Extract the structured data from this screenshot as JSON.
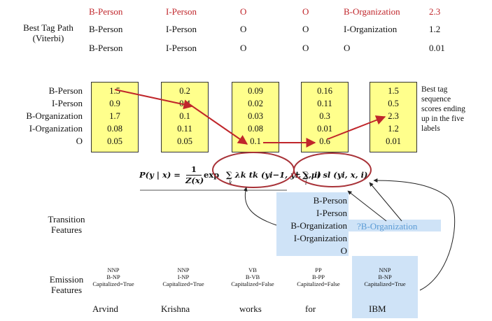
{
  "best_path": {
    "label_line1": "Best Tag Path",
    "label_line2": "(Viterbi)",
    "rows": [
      [
        "B-Person",
        "I-Person",
        "O",
        "O",
        "B-Organization",
        "2.3"
      ],
      [
        "B-Person",
        "I-Person",
        "O",
        "O",
        "I-Organization",
        "1.2"
      ],
      [
        "B-Person",
        "I-Person",
        "O",
        "O",
        "O",
        "0.01"
      ]
    ]
  },
  "lattice": {
    "row_labels": [
      "B-Person",
      "I-Person",
      "B-Organization",
      "I-Organization",
      "O"
    ],
    "columns": [
      [
        "1.5",
        "0.9",
        "1.7",
        "0.08",
        "0.05"
      ],
      [
        "0.2",
        "0.4",
        "0.1",
        "0.11",
        "0.05"
      ],
      [
        "0.09",
        "0.02",
        "0.03",
        "0.08",
        "0.1"
      ],
      [
        "0.16",
        "0.11",
        "0.3",
        "0.01",
        "0.6"
      ],
      [
        "1.5",
        "0.5",
        "2.3",
        "1.2",
        "0.01"
      ]
    ],
    "side_note": [
      "Best tag",
      "sequence",
      "scores ending",
      "up in the five",
      "labels"
    ]
  },
  "formula": {
    "lhs": "P(y | x) =",
    "frac_num": "1",
    "frac_den": "Z(x)",
    "exp": "exp",
    "term1": "∑ λk tk (yi−1, yi, x, i)",
    "plus": "+",
    "term2": "∑ μl sl (yi, x, i)",
    "sub_k": "k",
    "sub_l": "l"
  },
  "transition": {
    "label_line1": "Transition",
    "label_line2": "Features",
    "labels": [
      "B-Person",
      "I-Person",
      "B-Organization",
      "I-Organization",
      "O"
    ],
    "query": "?B-Organization"
  },
  "emission": {
    "label_line1": "Emission",
    "label_line2": "Features",
    "features": [
      [
        "NNP",
        "B-NP",
        "Capitalized=True"
      ],
      [
        "NNP",
        "I-NP",
        "Capitalized=True"
      ],
      [
        "VB",
        "B-VB",
        "Capitalized=False"
      ],
      [
        "PP",
        "B-PP",
        "Capitalized=False"
      ],
      [
        "NNP",
        "B-NP",
        "Capitalized=True"
      ]
    ],
    "words": [
      "Arvind",
      "Krishna",
      "works",
      "for",
      "IBM"
    ]
  },
  "colors": {
    "red": "#c0262b",
    "yellow": "#ffff8c",
    "blue_bg": "#cfe3f7",
    "blue_text": "#5a9bd5"
  }
}
